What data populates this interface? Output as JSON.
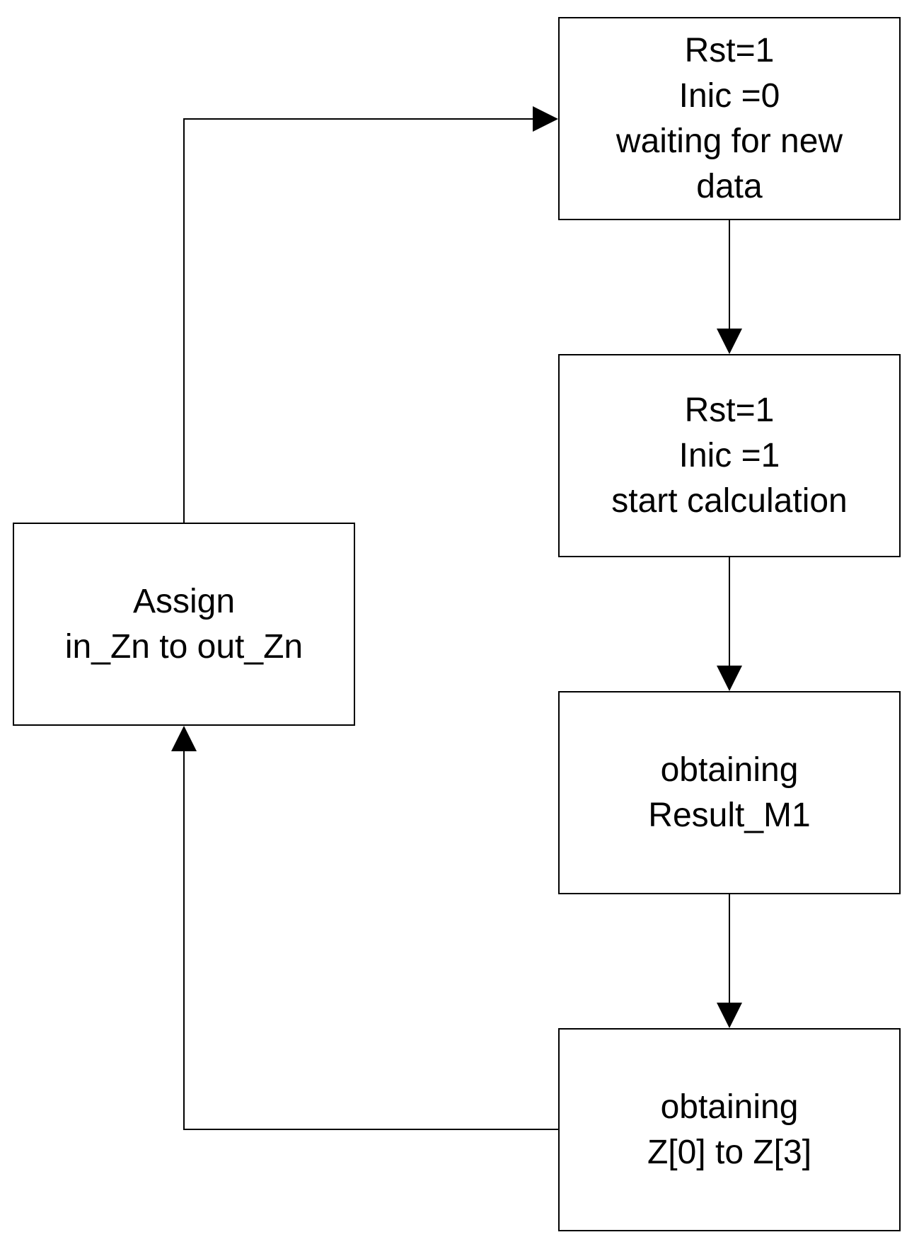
{
  "nodes": {
    "waiting": {
      "lines": [
        "Rst=1",
        "Inic =0",
        "waiting for new",
        "data"
      ]
    },
    "start": {
      "lines": [
        "Rst=1",
        "Inic =1",
        "start calculation"
      ]
    },
    "result_m1": {
      "lines": [
        "obtaining",
        "Result_M1"
      ]
    },
    "z": {
      "lines": [
        "obtaining",
        "Z[0] to Z[3]"
      ]
    },
    "assign": {
      "lines": [
        "Assign",
        "in_Zn to out_Zn"
      ]
    }
  },
  "edges": [
    {
      "from": "waiting",
      "to": "start"
    },
    {
      "from": "start",
      "to": "result_m1"
    },
    {
      "from": "result_m1",
      "to": "z"
    },
    {
      "from": "z",
      "to": "assign"
    },
    {
      "from": "assign",
      "to": "waiting"
    }
  ],
  "colors": {
    "line": "#000000",
    "box_fill": "#ffffff",
    "text": "#000000"
  }
}
